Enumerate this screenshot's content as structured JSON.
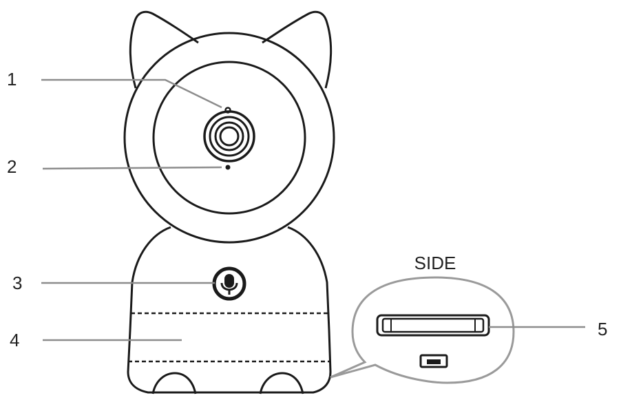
{
  "callouts": [
    {
      "number": "1"
    },
    {
      "number": "2"
    },
    {
      "number": "3"
    },
    {
      "number": "4"
    },
    {
      "number": "5"
    }
  ],
  "side_view": {
    "title": "SIDE"
  },
  "colors": {
    "outline": "#1a1a1a",
    "leader_line": "#8c8c8c",
    "background": "#ffffff"
  }
}
